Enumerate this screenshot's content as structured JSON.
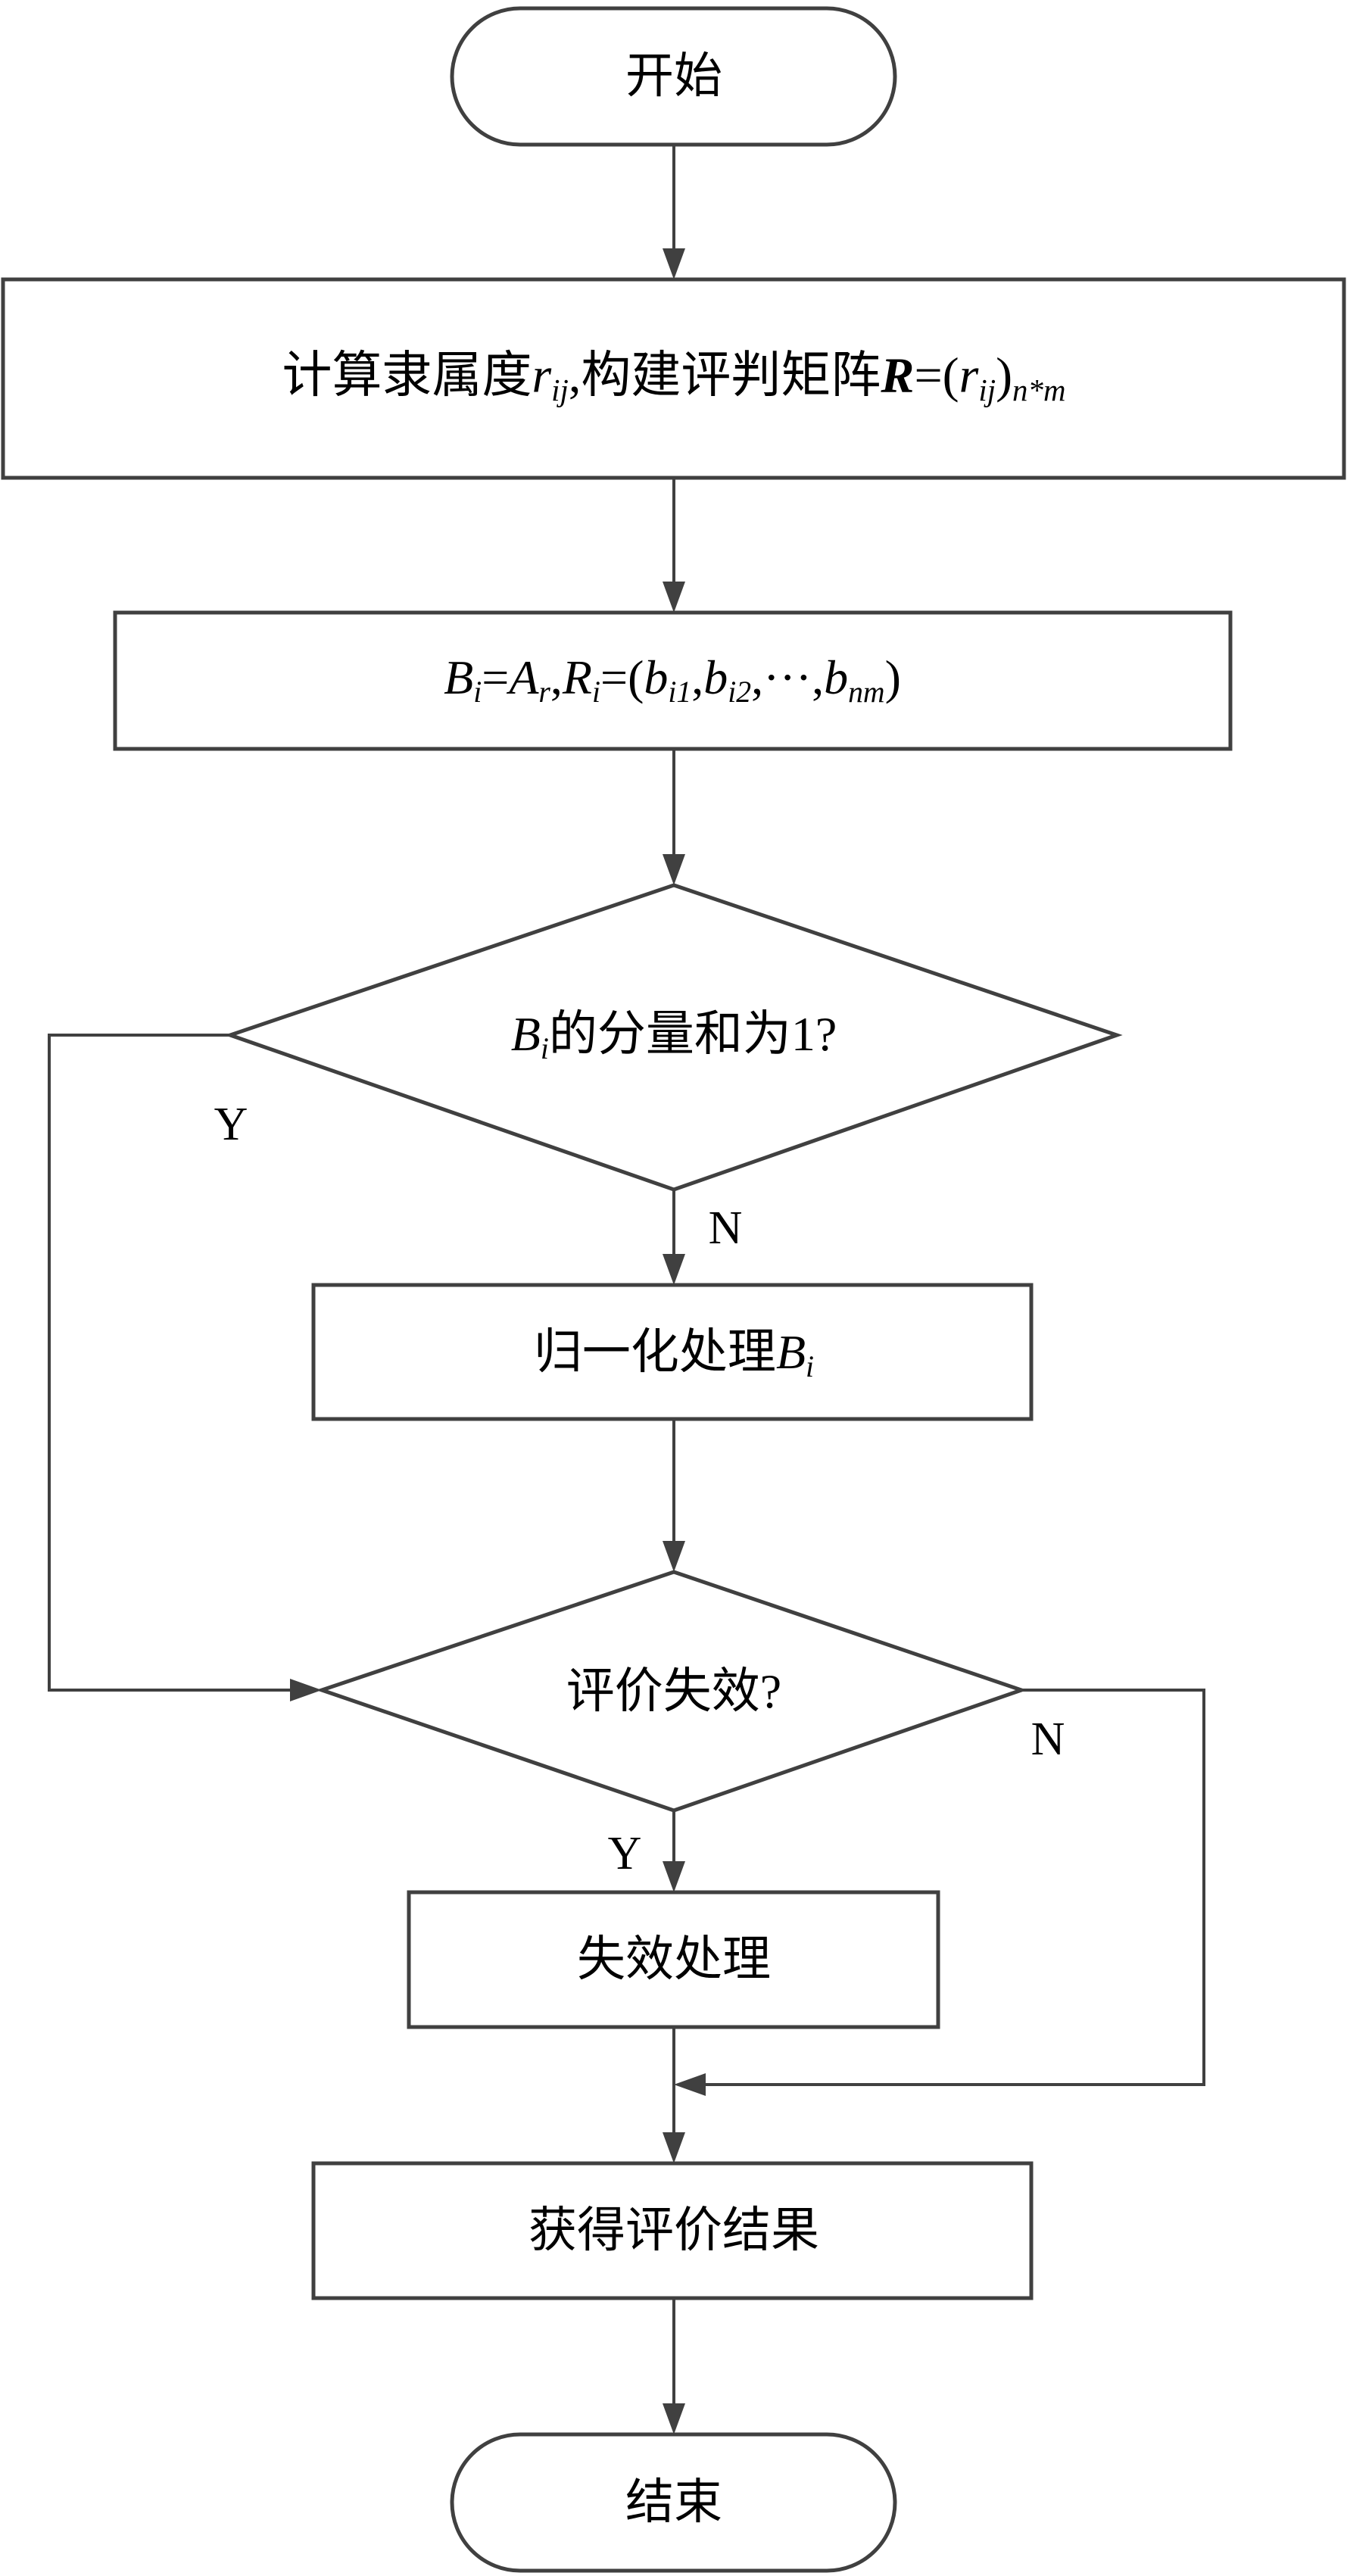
{
  "diagram": {
    "type": "flowchart",
    "nodes": {
      "start": {
        "shape": "terminal",
        "text": "开始"
      },
      "compute_membership": {
        "shape": "process",
        "text_cn_1": "计算隶属度",
        "var_r": "r",
        "sub_ij": "ij",
        "text_cn_2": ",构建评判矩阵",
        "var_R": "R",
        "eq_open": "=(",
        "var_r2": "r",
        "sub_ij2": "ij",
        "close": ")",
        "sub_nm": "n*m",
        "full_text": "计算隶属度r_ij,构建评判矩阵R=(r_ij)_n*m"
      },
      "compute_B": {
        "shape": "process",
        "B": "B",
        "sub_i": "i",
        "eq1": "=",
        "A": "A",
        "sub_r": "r",
        "comma1": ",",
        "R": "R",
        "sub_i2": "i",
        "eq2": "=(",
        "b1": "b",
        "sub_i1": "i1",
        "comma2": ",",
        "b2": "b",
        "sub_i2b": "i2",
        "ellipsis": ",···,",
        "b3": "b",
        "sub_nm": "nm",
        "close": ")",
        "full_text": "B_i=A_r,R_i=(b_i1,b_i2,···,b_nm)"
      },
      "decision_sum": {
        "shape": "decision",
        "B": "B",
        "sub_i": "i",
        "text_cn": "的分量和为1?",
        "full_text": "B_i的分量和为1?"
      },
      "normalize": {
        "shape": "process",
        "text_cn": "归一化处理",
        "B": "B",
        "sub_i": "i",
        "full_text": "归一化处理B_i"
      },
      "decision_fail": {
        "shape": "decision",
        "text": "评价失效?"
      },
      "failure_handling": {
        "shape": "process",
        "text": "失效处理"
      },
      "get_result": {
        "shape": "process",
        "text": "获得评价结果"
      },
      "end": {
        "shape": "terminal",
        "text": "结束"
      }
    },
    "edges": [
      {
        "from": "start",
        "to": "compute_membership",
        "label": ""
      },
      {
        "from": "compute_membership",
        "to": "compute_B",
        "label": ""
      },
      {
        "from": "compute_B",
        "to": "decision_sum",
        "label": ""
      },
      {
        "from": "decision_sum",
        "to": "normalize",
        "label": "N"
      },
      {
        "from": "decision_sum",
        "to": "decision_fail",
        "label": "Y"
      },
      {
        "from": "normalize",
        "to": "decision_fail",
        "label": ""
      },
      {
        "from": "decision_fail",
        "to": "failure_handling",
        "label": "Y"
      },
      {
        "from": "decision_fail",
        "to": "get_result",
        "label": "N"
      },
      {
        "from": "failure_handling",
        "to": "get_result",
        "label": ""
      },
      {
        "from": "get_result",
        "to": "end",
        "label": ""
      }
    ],
    "edge_labels": {
      "sum_yes": "Y",
      "sum_no": "N",
      "fail_no": "N",
      "fail_yes": "Y"
    },
    "colors": {
      "stroke": "#404040",
      "fill": "#ffffff",
      "text": "#000000"
    }
  }
}
